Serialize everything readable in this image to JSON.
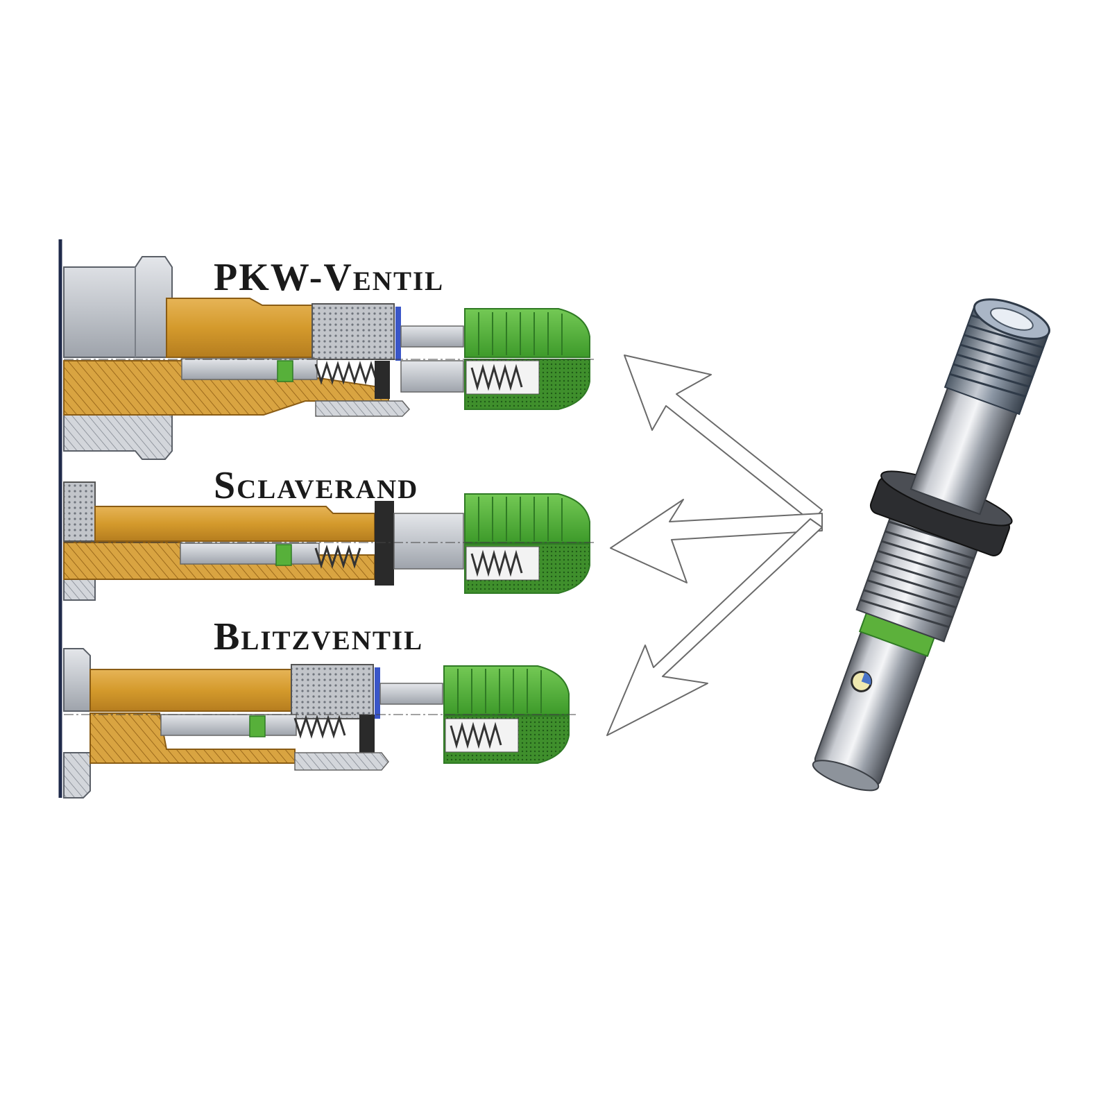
{
  "labels": {
    "pkw": "PKW-Ventil",
    "sclaverand": "Sclaverand",
    "blitz": "Blitzventil"
  },
  "colors": {
    "background": "#ffffff",
    "brass": "#d49a2c",
    "brass_dark": "#a8711a",
    "steel": "#c9cdd3",
    "steel_dark": "#8f959e",
    "green_cap": "#57b03a",
    "green_dark": "#2f7a24",
    "seal": "#2a2a2a",
    "oring_blue": "#3a56c8",
    "text": "#1a1a1a"
  },
  "icons": {
    "arrows": "arrow-outline-icon",
    "valve_insert": "valve-insert-3d-icon"
  }
}
